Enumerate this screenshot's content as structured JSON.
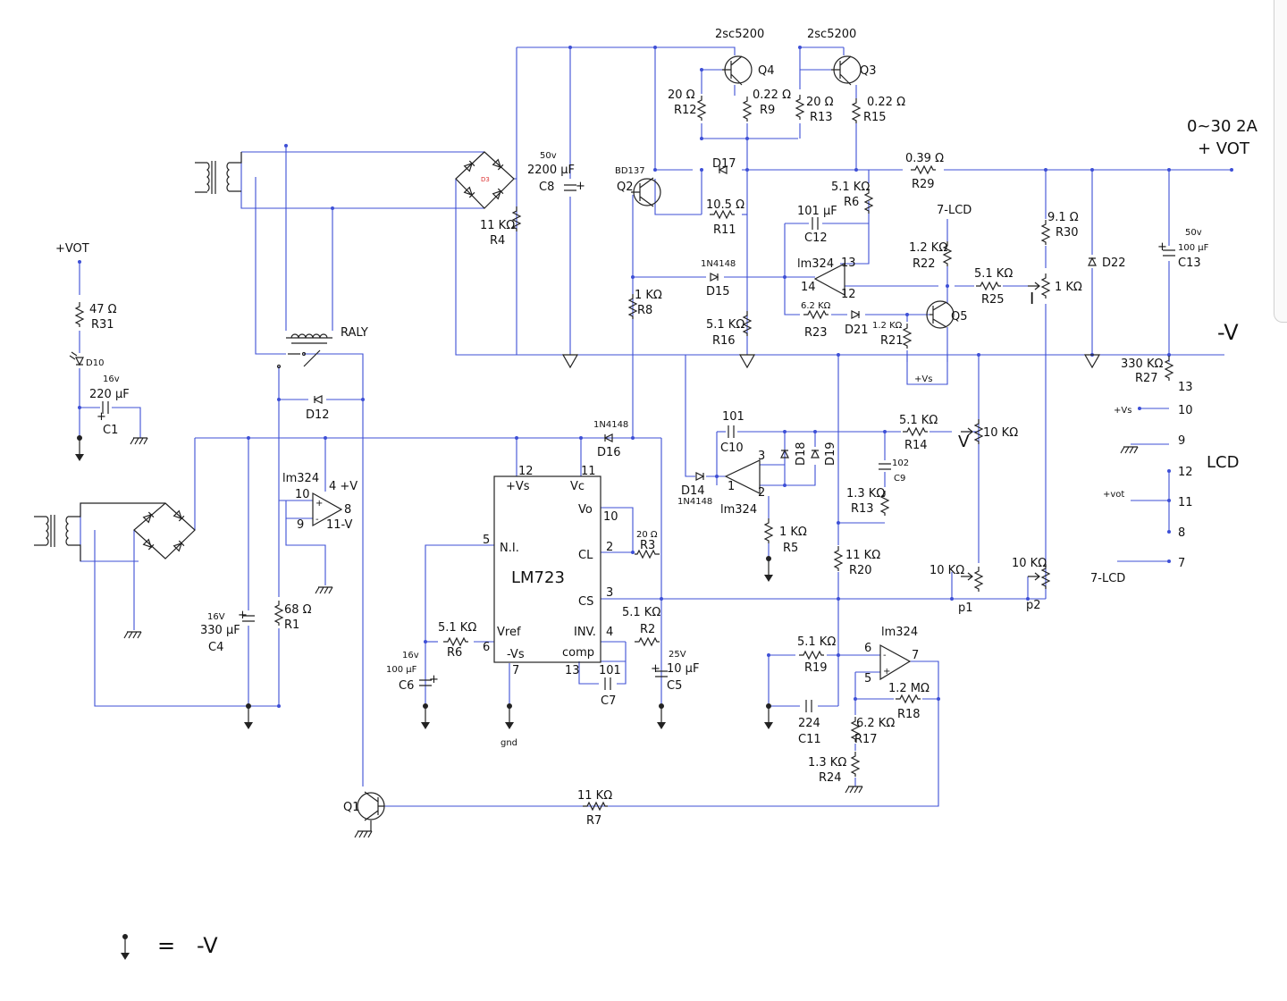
{
  "title_output": "0~30 2A",
  "title_vout": "+ VOT",
  "minus_v": "-V",
  "legend": {
    "equals": "=",
    "value": "-V"
  },
  "q4": {
    "part": "2sc5200",
    "ref": "Q4"
  },
  "q3": {
    "part": "2sc5200",
    "ref": "Q3"
  },
  "r12": {
    "val": "20 Ω",
    "ref": "R12"
  },
  "r9": {
    "val": "0.22 Ω",
    "ref": "R9"
  },
  "r13a": {
    "val": "20 Ω",
    "ref": "R13"
  },
  "r15": {
    "val": "0.22 Ω",
    "ref": "R15"
  },
  "r29": {
    "val": "0.39 Ω",
    "ref": "R29"
  },
  "c8": {
    "volt": "50v",
    "val": "2200 µF",
    "ref": "C8"
  },
  "q2": {
    "part": "BD137",
    "ref": "Q2"
  },
  "d17": {
    "ref": "D17"
  },
  "r11": {
    "val": "10.5 Ω",
    "ref": "R11"
  },
  "r4": {
    "val": "11 KΩ",
    "ref": "R4"
  },
  "d3": {
    "ref": "D3"
  },
  "r6a": {
    "val": "5.1 KΩ",
    "ref": "R6"
  },
  "c12": {
    "val": "101 µF",
    "ref": "C12"
  },
  "lcd7_top": "7-LCD",
  "r30": {
    "val": "9.1 Ω",
    "ref": "R30"
  },
  "d22": {
    "ref": "D22"
  },
  "c13": {
    "volt": "50v",
    "val": "100 µF",
    "ref": "C13"
  },
  "r22": {
    "val": "1.2 KΩ",
    "ref": "R22"
  },
  "r25": {
    "val": "5.1 KΩ",
    "ref": "R25"
  },
  "pot_i": {
    "symbol": "I",
    "val": "1 KΩ"
  },
  "d15": {
    "part": "1N4148",
    "ref": "D15"
  },
  "u_top": {
    "part": "lm324",
    "p13": "13",
    "p14": "14",
    "p12": "12"
  },
  "r23": {
    "val": "6.2 KΩ",
    "ref": "R23"
  },
  "d21": {
    "ref": "D21"
  },
  "r21": {
    "val": "1.2 KΩ",
    "ref": "R21"
  },
  "q5": {
    "ref": "Q5"
  },
  "r16": {
    "val": "5.1 KΩ",
    "ref": "R16"
  },
  "r8": {
    "val": "1 KΩ",
    "ref": "R8"
  },
  "vs_box": "+Vs",
  "r27": {
    "val": "330 KΩ",
    "ref": "R27"
  },
  "lcd": {
    "label": "LCD",
    "pins": [
      "13",
      "10",
      "9",
      "12",
      "11",
      "8",
      "7"
    ],
    "vs": "+Vs",
    "vot": "+vot",
    "lcd7": "7-LCD"
  },
  "vot_left": "+VOT",
  "r31": {
    "val": "47 Ω",
    "ref": "R31"
  },
  "d10": {
    "ref": "D10"
  },
  "c1": {
    "volt": "16v",
    "val": "220 µF",
    "ref": "C1"
  },
  "relay": {
    "ref": "RALY"
  },
  "d12": {
    "ref": "D12"
  },
  "u_left": {
    "part": "lm324",
    "p10": "10",
    "p9": "9",
    "p4": "4 +V",
    "p11": "11-V",
    "p8": "8"
  },
  "r1": {
    "val": "68 Ω",
    "ref": "R1"
  },
  "c4": {
    "volt": "16V",
    "val": "330 µF",
    "ref": "C4"
  },
  "d16": {
    "part": "1N4148",
    "ref": "D16"
  },
  "lm723": {
    "name": "LM723",
    "pins": {
      "vsp": "+Vs",
      "vc": "Vc",
      "vo": "Vo",
      "cl": "CL",
      "cs": "CS",
      "inv": "INV.",
      "comp": "comp",
      "vsn": "-Vs",
      "vref": "Vref",
      "ni": "N.I."
    },
    "nums": {
      "p12": "12",
      "p11": "11",
      "p10": "10",
      "p2": "2",
      "p3": "3",
      "p4": "4",
      "p13": "13",
      "p7": "7",
      "p6": "6",
      "p5": "5"
    }
  },
  "r3": {
    "val": "20 Ω",
    "ref": "R3"
  },
  "r2": {
    "val": "5.1 KΩ",
    "ref": "R2"
  },
  "c5": {
    "volt": "25V",
    "val": "10 µF",
    "ref": "C5"
  },
  "c7": {
    "val": "101",
    "ref": "C7"
  },
  "r6b": {
    "val": "5.1 KΩ",
    "ref": "R6"
  },
  "c6": {
    "volt": "16v",
    "val": "100 µF",
    "ref": "C6"
  },
  "gnd": "gnd",
  "c10": {
    "val": "101",
    "ref": "C10"
  },
  "d14": {
    "ref": "D14",
    "part": "1N4148"
  },
  "u_mid": {
    "part": "lm324",
    "p3": "3",
    "p1": "1",
    "p2": "2"
  },
  "d18": {
    "ref": "D18"
  },
  "d19": {
    "ref": "D19"
  },
  "r14": {
    "val": "5.1 KΩ",
    "ref": "R14"
  },
  "pot_v": {
    "symbol": "V",
    "val": "10 KΩ"
  },
  "c9": {
    "val": "102",
    "ref": "C9"
  },
  "r13b": {
    "val": "1.3 KΩ",
    "ref": "R13"
  },
  "r5": {
    "val": "1 KΩ",
    "ref": "R5"
  },
  "r20": {
    "val": "11 KΩ",
    "ref": "R20"
  },
  "p1": {
    "val": "10 KΩ",
    "ref": "p1"
  },
  "p2": {
    "val": "10 KΩ",
    "ref": "p2"
  },
  "u_bot": {
    "part": "lm324",
    "p6": "6",
    "p5": "5",
    "p7": "7"
  },
  "r19": {
    "val": "5.1 KΩ",
    "ref": "R19"
  },
  "r18": {
    "val": "1.2 MΩ",
    "ref": "R18"
  },
  "c11": {
    "val": "224",
    "ref": "C11"
  },
  "r17": {
    "val": "6.2 KΩ",
    "ref": "R17"
  },
  "r24": {
    "val": "1.3 KΩ",
    "ref": "R24"
  },
  "q1": {
    "ref": "Q1"
  },
  "r7": {
    "val": "11 KΩ",
    "ref": "R7"
  },
  "colors": {
    "wire": "#3d4fd6",
    "component": "#222222",
    "background": "#ffffff"
  }
}
